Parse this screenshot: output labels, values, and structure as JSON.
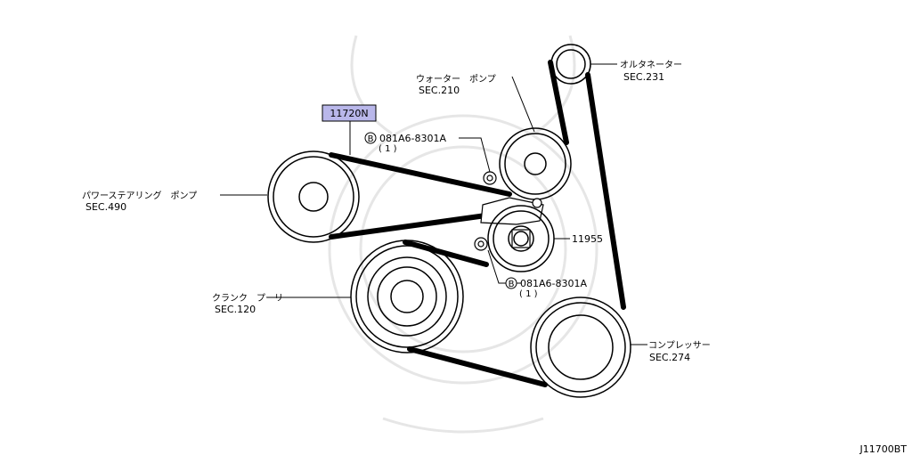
{
  "labels": {
    "part_number": "11720N",
    "water_pump_name": "ウォーター　ポンプ",
    "water_pump_sec": "SEC.210",
    "alternator_name": "オルタネーター",
    "alternator_sec": "SEC.231",
    "bolt_top": "081A6-8301A",
    "bolt_top_qty": "( 1 )",
    "power_steering_name": "パワーステアリング　ポンプ",
    "power_steering_sec": "SEC.490",
    "tensioner": "11955",
    "bolt_bottom": "081A6-8301A",
    "bolt_bottom_qty": "( 1 )",
    "crank_pulley_name": "クランク　プーリー",
    "crank_pulley_sec": "SEC.120",
    "compressor_name": "コンプレッサー",
    "compressor_sec": "SEC.274",
    "bolt_symbol": "B",
    "diagram_code": "J11700BT"
  },
  "colors": {
    "part_highlight": "#b9b7ea",
    "line": "#000000",
    "watermark": "#e6e6e6"
  }
}
